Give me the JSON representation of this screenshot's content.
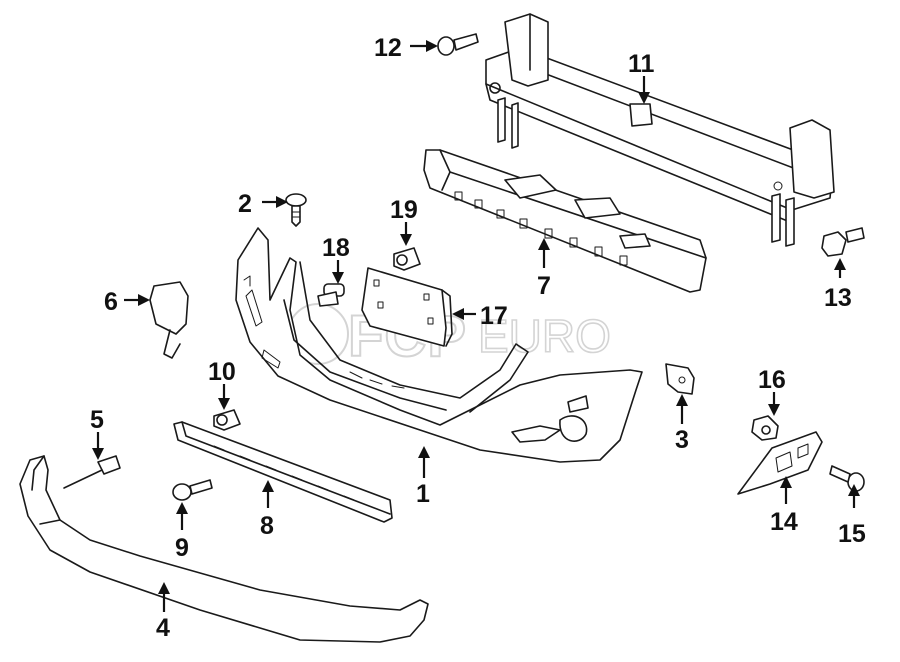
{
  "watermark": {
    "brand": "FCP",
    "suffix": "EURO"
  },
  "callouts": {
    "c1": "1",
    "c2": "2",
    "c3": "3",
    "c4": "4",
    "c5": "5",
    "c6": "6",
    "c7": "7",
    "c8": "8",
    "c9": "9",
    "c10": "10",
    "c11": "11",
    "c12": "12",
    "c13": "13",
    "c14": "14",
    "c15": "15",
    "c16": "16",
    "c17": "17",
    "c18": "18",
    "c19": "19"
  }
}
